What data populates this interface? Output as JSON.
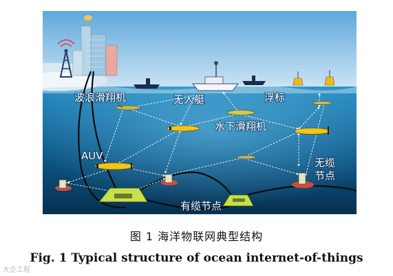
{
  "figure": {
    "labels": {
      "wave_glider": "波浪滑翔机",
      "usv": "无人艇",
      "buoy": "浮标",
      "underwater_glider": "水下滑翔机",
      "auv": "AUV",
      "wireless_node": "无缆\n节点",
      "cabled_node": "有缆节点"
    }
  },
  "caption": {
    "cn": "图 1    海洋物联网典型结构",
    "en": "Fig. 1    Typical structure of ocean internet-of-things"
  },
  "watermark": "大企工程"
}
